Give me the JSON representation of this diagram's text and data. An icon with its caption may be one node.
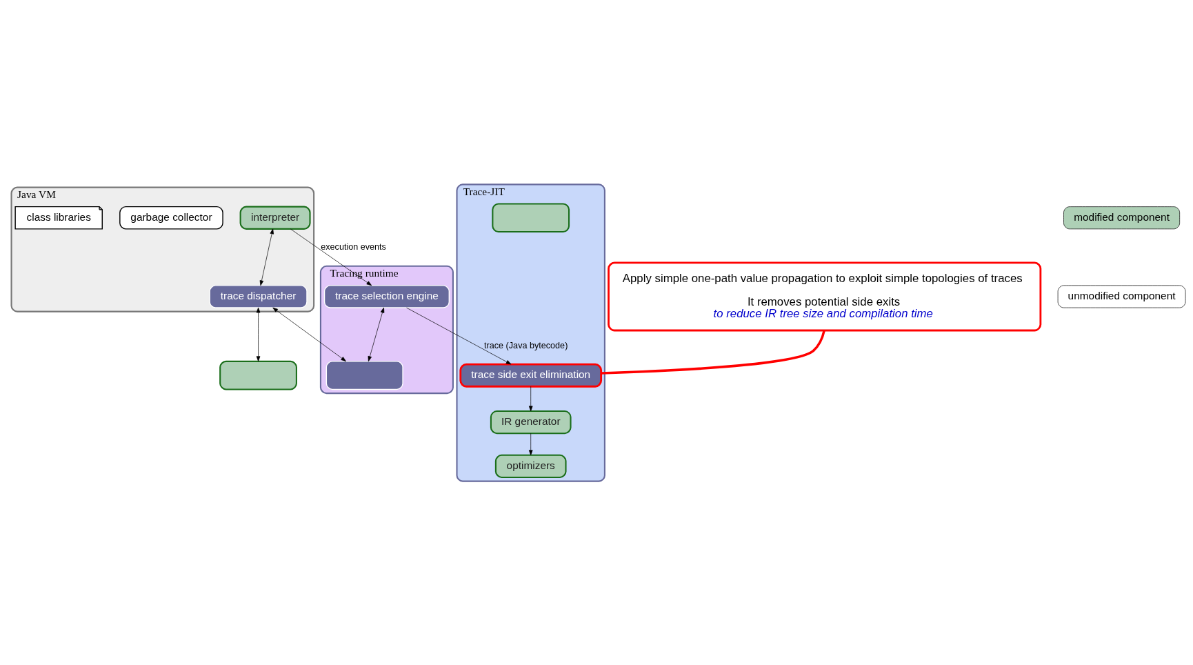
{
  "diagram": {
    "nodes": [
      {
        "text": [
          "Java VM"
        ]
      },
      {
        "text": [
          "interpreter"
        ],
        "in": 0
      },
      {
        "text": [
          "trace dispatcher"
        ],
        "in": 0
      },
      {
        "text": [
          "garbage collector"
        ],
        "in": 0
      },
      {
        "text": [
          "class libraries"
        ],
        "in": 0
      },
      {
        "text": [
          "Tracing runtime"
        ]
      },
      {
        "text": [
          "trace selection engine"
        ],
        "in": 5
      },
      {
        "text": [],
        "shape": "box",
        "in": 5
      },
      {
        "text": [],
        "shape": "box"
      },
      {
        "text": [
          "Trace-JIT"
        ]
      },
      {
        "text": [
          "trace side exit elimination"
        ],
        "in": 9
      },
      {
        "text": [],
        "shape": "box",
        "in": 9
      },
      {
        "text": [
          "IR generator"
        ],
        "in": 9
      },
      {
        "text": [
          "optimizers"
        ],
        "in": 9
      },
      {
        "text": [
          "Apply simple one-path value propagation to exploit simple topologies of traces",
          "It removes potential side exits",
          "to reduce IR tree size and compilation time"
        ]
      }
    ],
    "edges": [
      {
        "from": 1,
        "to": 2,
        "arrow": "both"
      },
      {
        "from": 1,
        "to": 6,
        "arrow": "to",
        "label": "execution events"
      },
      {
        "from": 2,
        "to": 7,
        "arrow": "both"
      },
      {
        "from": 2,
        "to": 8,
        "arrow": "both"
      },
      {
        "from": 6,
        "to": 7,
        "arrow": "both"
      },
      {
        "from": 6,
        "to": 10,
        "arrow": "to",
        "label": "trace (Java bytecode)"
      },
      {
        "from": 10,
        "to": 12,
        "arrow": "to"
      },
      {
        "from": 12,
        "to": 13,
        "arrow": "to"
      },
      {
        "from": 14,
        "to": 10,
        "arrow": "none",
        "style": "thick",
        "color": "#ff0000"
      }
    ],
    "legend": [
      {
        "text": "modified component",
        "color": "#aed0b6"
      },
      {
        "text": "unmodified component",
        "color": "#ffffff"
      }
    ]
  }
}
